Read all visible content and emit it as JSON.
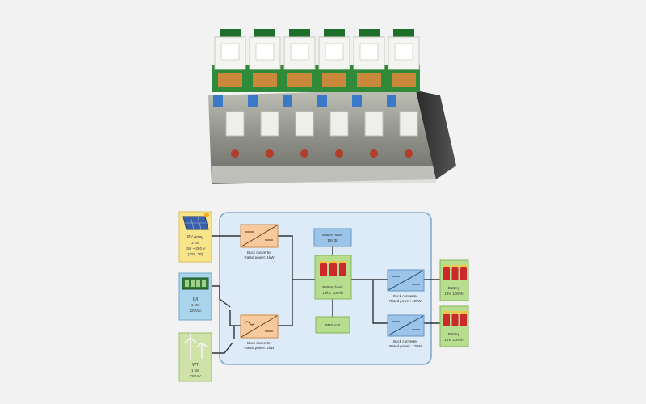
{
  "photo": {
    "modules": 6
  },
  "diagram": {
    "sources": {
      "pv": {
        "line1": "PV Array",
        "line2": "1 kW",
        "line3": "150 ~ 250 V",
        "line4": "(10S, 3P)"
      },
      "grid": {
        "line1": "G/I",
        "line2": "1 kW",
        "line3": "220Vac"
      },
      "wt": {
        "line1": "WT",
        "line2": "1 kW",
        "line3": "220Vac"
      }
    },
    "converters": {
      "top_left": {
        "line1": "Buck converter",
        "line2": "Rated power: 1kW"
      },
      "bottom_left": {
        "line1": "Buck converter",
        "line2": "Rated power: 1kW"
      },
      "top_right": {
        "line1": "Buck converter",
        "line2": "Rated power: 120W"
      },
      "bottom_right": {
        "line1": "Buck converter",
        "line2": "Rated power: 120W"
      }
    },
    "battery_mon": {
      "line1": "Battery Mon.",
      "line2": "10s  3p"
    },
    "battery_bank": {
      "line1": "Battery bank",
      "line2": "12kV, 100Ah"
    },
    "pms": {
      "label": "PMS unit"
    },
    "batteries": {
      "top": {
        "line1": "Battery",
        "line2": "12V, 100Ah"
      },
      "bottom": {
        "line1": "Battery",
        "line2": "12V, 100Ah"
      }
    }
  },
  "colors": {
    "panel_fill": "#dcebf7",
    "panel_stroke": "#7fa6cc",
    "converter_fill": "#f7c99c",
    "converter_stroke": "#d08a4a",
    "blue_box": "#9cc4e8",
    "green_box": "#b7dd8f",
    "pv_box": "#f8e58a",
    "grid_box": "#a9d4ec",
    "wt_box": "#cfe3a8",
    "wire": "#333333",
    "battery_red": "#cc2a2a"
  }
}
